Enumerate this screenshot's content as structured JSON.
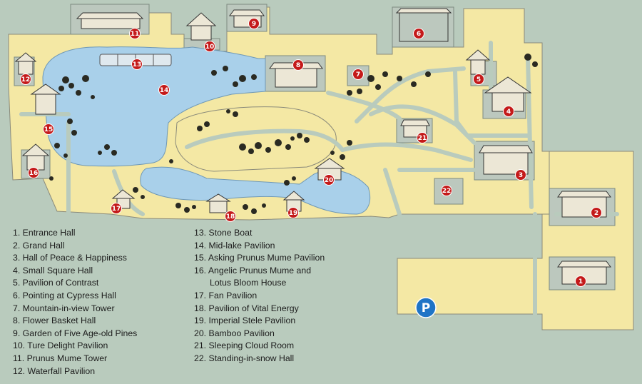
{
  "map": {
    "parking_label": "P",
    "colors": {
      "background": "#b9cbbd",
      "land": "#f4e8a4",
      "water": "#a9d0ea",
      "path": "#b9cbbd",
      "building_block": "#bcc8be",
      "marker": "#c41a1a",
      "parking": "#1f74c6"
    }
  },
  "markers": [
    {
      "num": "1"
    },
    {
      "num": "2"
    },
    {
      "num": "3"
    },
    {
      "num": "4"
    },
    {
      "num": "5"
    },
    {
      "num": "6"
    },
    {
      "num": "7"
    },
    {
      "num": "8"
    },
    {
      "num": "9"
    },
    {
      "num": "10"
    },
    {
      "num": "11"
    },
    {
      "num": "12"
    },
    {
      "num": "13"
    },
    {
      "num": "14"
    },
    {
      "num": "15"
    },
    {
      "num": "16"
    },
    {
      "num": "17"
    },
    {
      "num": "18"
    },
    {
      "num": "19"
    },
    {
      "num": "20"
    },
    {
      "num": "21"
    },
    {
      "num": "22"
    }
  ],
  "legend": {
    "left": [
      "1. Entrance Hall",
      "2. Grand Hall",
      "3. Hall of Peace & Happiness",
      "4. Small Square Hall",
      "5. Pavilion of Contrast",
      "6. Pointing at Cypress Hall",
      "7. Mountain-in-view Tower",
      "8. Flower Basket Hall",
      "9. Garden of Five Age-old Pines",
      "10. Ture Delight Pavilion",
      "11. Prunus Mume Tower",
      "12. Waterfall Pavilion"
    ],
    "right": [
      "13. Stone Boat",
      "14. Mid-lake Pavilion",
      "15. Asking Prunus Mume Pavilion",
      "16. Angelic Prunus Mume and",
      "Lotus Bloom House",
      "17. Fan Pavilion",
      "18. Pavilion of Vital Energy",
      "19. Imperial Stele Pavilion",
      "20. Bamboo Pavilion",
      "21. Sleeping Cloud Room",
      "22. Standing-in-snow Hall"
    ]
  }
}
